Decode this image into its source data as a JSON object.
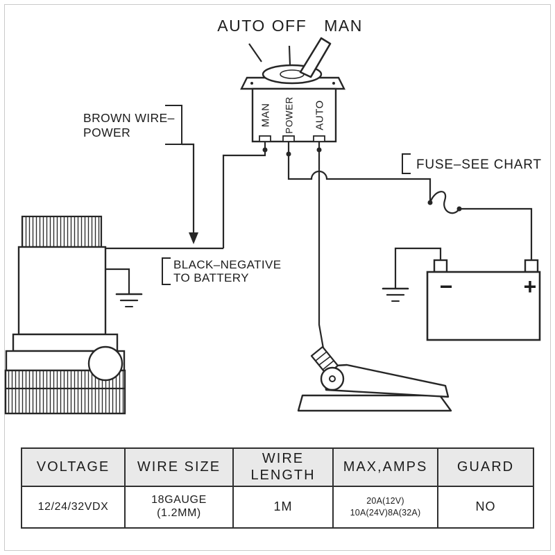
{
  "colors": {
    "line": "#262626",
    "text": "#1c1c1c",
    "background": "#ffffff",
    "table_header_bg": "#e9e9e9"
  },
  "diagram": {
    "switch_position_labels": {
      "auto": "AUTO",
      "off": "OFF",
      "man": "MAN"
    },
    "switch_terminal_labels": {
      "man": "MAN",
      "power": "POWER",
      "auto": "AUTO"
    },
    "annotations": {
      "brown_wire_line1": "BROWN WIRE–",
      "brown_wire_line2": "POWER",
      "fuse_label": "FUSE–SEE CHART",
      "black_negative_line1": "BLACK–NEGATIVE",
      "black_negative_line2": "TO BATTERY"
    },
    "battery": {
      "minus_symbol": "−",
      "plus_symbol": "+"
    }
  },
  "table": {
    "headers": [
      {
        "label": "VOLTAGE"
      },
      {
        "label": "WIRE SIZE"
      },
      {
        "label": "WIRE\nLENGTH"
      },
      {
        "label": "MAX,AMPS"
      },
      {
        "label": "GUARD"
      }
    ],
    "row": [
      {
        "value": "12/24/32VDX"
      },
      {
        "value": "18GAUGE\n(1.2MM)"
      },
      {
        "value": "1M"
      },
      {
        "value": "20A(12V)\n10A(24V)8A(32A)"
      },
      {
        "value": "NO"
      }
    ]
  }
}
